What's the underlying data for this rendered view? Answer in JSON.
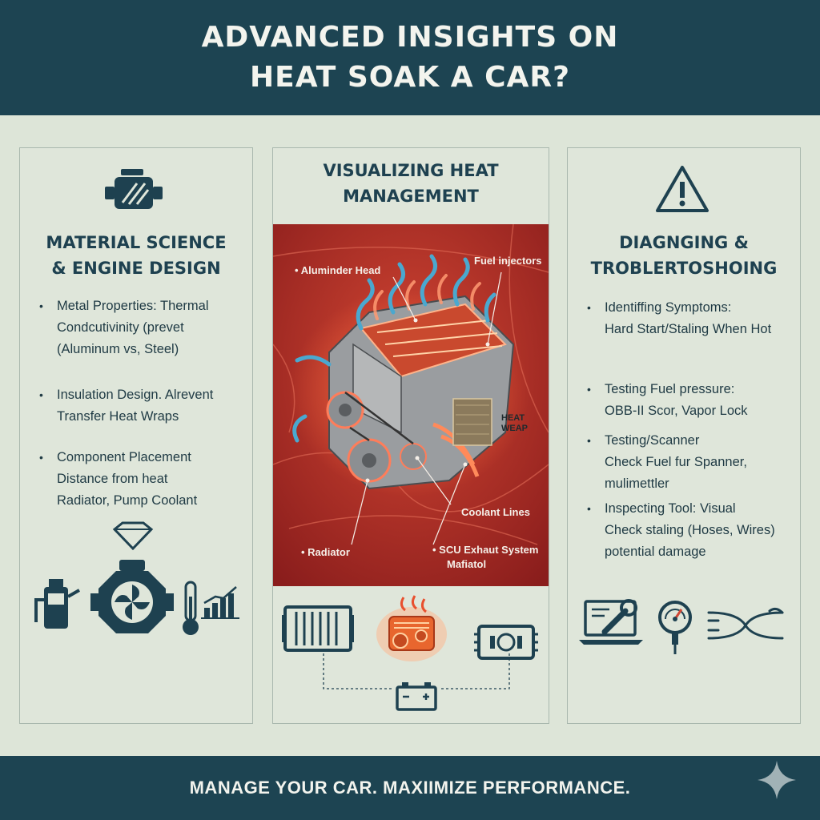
{
  "header": {
    "line1": "ADVANCED INSIGHTS ON",
    "line2": "HEAT SOAK A CAR?"
  },
  "left": {
    "title_line1": "MATERIAL SCIENCE",
    "title_line2": "& ENGINE DESIGN",
    "bullets": [
      {
        "lines": [
          "Metal Properties: Thermal",
          "Condcutivinity (prevet",
          "(Aluminum vs, Steel)"
        ]
      },
      {
        "lines": [
          "Insulation Design. Alrevent",
          "Transfer Heat Wraps"
        ]
      },
      {
        "lines": [
          "Component Placement",
          "Distance from heat",
          "Radiator, Pump Coolant"
        ]
      }
    ],
    "icons": [
      "gem-icon",
      "fuel-can-icon",
      "turbo-fan-icon",
      "thermometer-icon",
      "bar-chart-icon"
    ]
  },
  "middle": {
    "title_line1": "VISUALIZING HEAT",
    "title_line2": "MANAGEMENT",
    "labels": {
      "head": "Aluminder Head",
      "injectors": "Fuel injectors",
      "wrap_line1": "HEAT",
      "wrap_line2": "WEAP",
      "coolant": "Coolant Lines",
      "radiator": "Radiator",
      "exhaust_line1": "SCU Exhaut System",
      "exhaust_line2": "Mafiatol"
    },
    "icons": [
      "radiator-icon",
      "hot-engine-icon",
      "ecu-icon",
      "battery-icon"
    ],
    "colors": {
      "heat": "#b8302a",
      "coolant": "#4aa8cf"
    }
  },
  "right": {
    "title_line1": "DIAGNGING &",
    "title_line2": "TROBLERTOSHOING",
    "bullets": [
      {
        "lines": [
          "Identiffing Symptoms:",
          "Hard Start/Staling When Hot"
        ]
      },
      {
        "lines": [
          "Testing Fuel pressure:",
          "OBB-II Scor, Vapor Lock"
        ]
      },
      {
        "lines": [
          "Testing/Scanner",
          "Check Fuel fur Spanner,",
          "mulimettler"
        ]
      },
      {
        "lines": [
          "Inspecting Tool: Visual",
          "Check staling (Hoses, Wires)",
          "potential damage"
        ]
      }
    ],
    "icons": [
      "warning-icon",
      "laptop-wrench-icon",
      "gauge-icon",
      "wires-icon"
    ]
  },
  "footer": {
    "text": "MANAGE YOUR CAR. MAXIIMIZE PERFORMANCE."
  }
}
